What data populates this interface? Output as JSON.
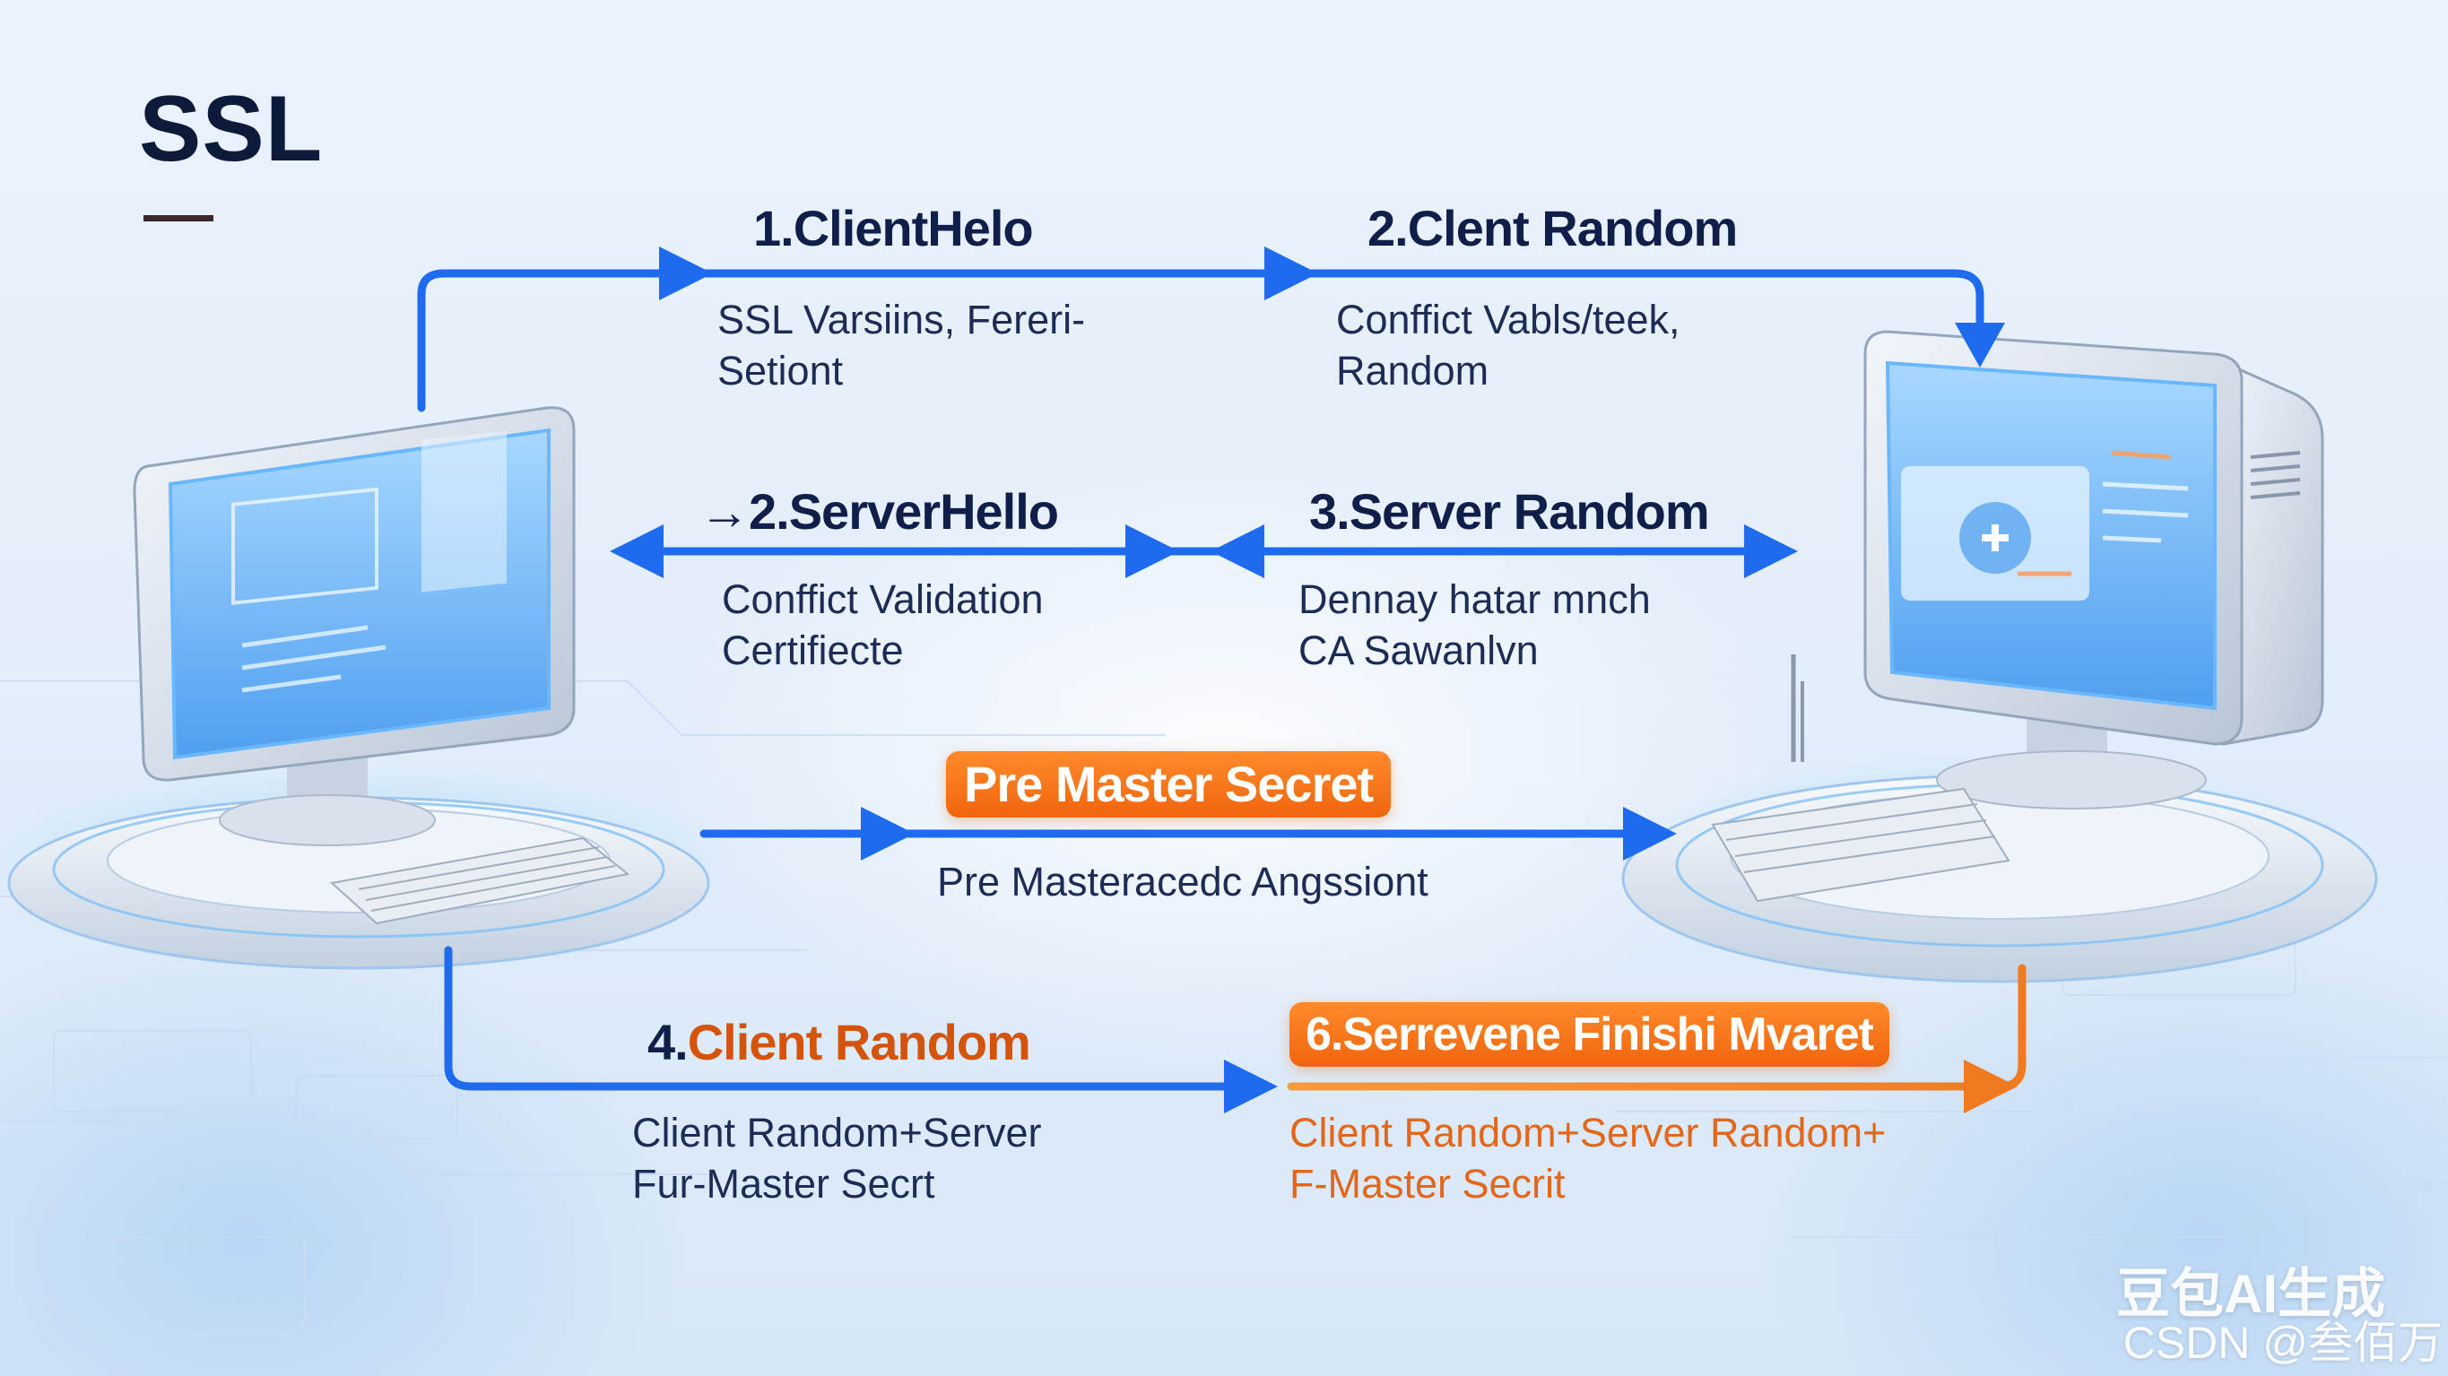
{
  "title": "SSL",
  "steps": {
    "client_hello": {
      "label": "1.ClientHelo",
      "note": "SSL Varsiins, Fereri-\nSetiont"
    },
    "client_random_top": {
      "label": "2.Clent Random",
      "note": "Conffict Vabls/teek,\nRandom"
    },
    "server_hello": {
      "label": "→2.ServerHello",
      "note": "Conffict Validation\nCertifiecte"
    },
    "server_random": {
      "label": "3.Server Random",
      "note": "Dennay hatar mnch\nCA Sawanlvn"
    },
    "pre_master": {
      "label": "Pre Master Secret",
      "note": "Pre Masteracedc Angssiont"
    },
    "client_random_bottom": {
      "num": "4.",
      "label": "Client Random",
      "note": "Client Random+Server\nFur-Master Secrt"
    },
    "finish": {
      "label": "6.Serrevene Finishi Mvaret",
      "note": "Client Random+Server Random+\nF-Master Secrit"
    }
  },
  "watermark": "豆包AI生成",
  "credit": "CSDN @叁佰万",
  "colors": {
    "arrow_blue": "#1f6bf0",
    "arrow_orange": "#f07a20",
    "title": "#0e1a3a"
  },
  "icons": [
    "client-computer-icon",
    "server-computer-icon"
  ]
}
